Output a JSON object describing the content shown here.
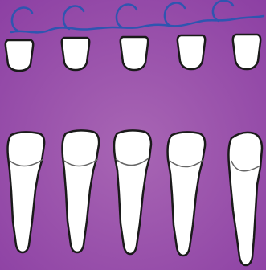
{
  "diagram": {
    "colors": {
      "background_light": "#a866b4",
      "background_dark": "#8c3fa3",
      "tooth_fill": "#ffffff",
      "outline": "#1a1a1a",
      "enamel_line": "#666666",
      "wire": "#2f55b0"
    },
    "top_crowns": [
      {
        "name": "top-crown-1",
        "icon": "tooth-crown-icon"
      },
      {
        "name": "top-crown-2",
        "icon": "tooth-crown-icon"
      },
      {
        "name": "top-crown-3",
        "icon": "tooth-crown-icon"
      },
      {
        "name": "top-crown-4",
        "icon": "tooth-crown-icon"
      },
      {
        "name": "top-crown-5",
        "icon": "tooth-crown-icon"
      }
    ],
    "wire": {
      "name": "orthodontic-wire",
      "icon": "wire-hooks-icon",
      "hook_count": 5
    },
    "bottom_teeth": [
      {
        "name": "long-tooth-1",
        "icon": "tooth-with-root-icon"
      },
      {
        "name": "long-tooth-2",
        "icon": "tooth-with-root-icon"
      },
      {
        "name": "long-tooth-3",
        "icon": "tooth-with-root-icon"
      },
      {
        "name": "long-tooth-4",
        "icon": "tooth-with-root-icon"
      },
      {
        "name": "long-tooth-5",
        "icon": "tooth-with-root-icon"
      }
    ]
  }
}
